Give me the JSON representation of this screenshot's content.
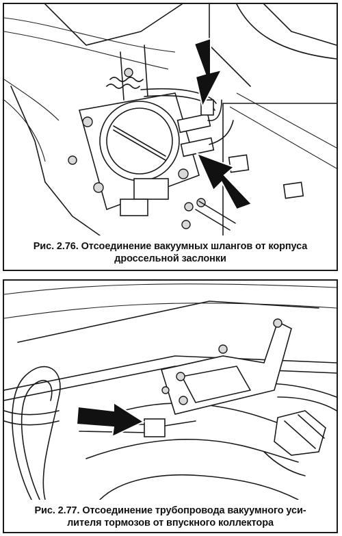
{
  "figures": [
    {
      "caption_line1": "Рис. 2.76. Отсоединение вакуумных шлангов от корпуса",
      "caption_line2": "дроссельной заслонки"
    },
    {
      "caption_line1": "Рис. 2.77. Отсоединение трубопровода вакуумного уси-",
      "caption_line2": "лителя тормозов от впускного коллектора"
    }
  ]
}
